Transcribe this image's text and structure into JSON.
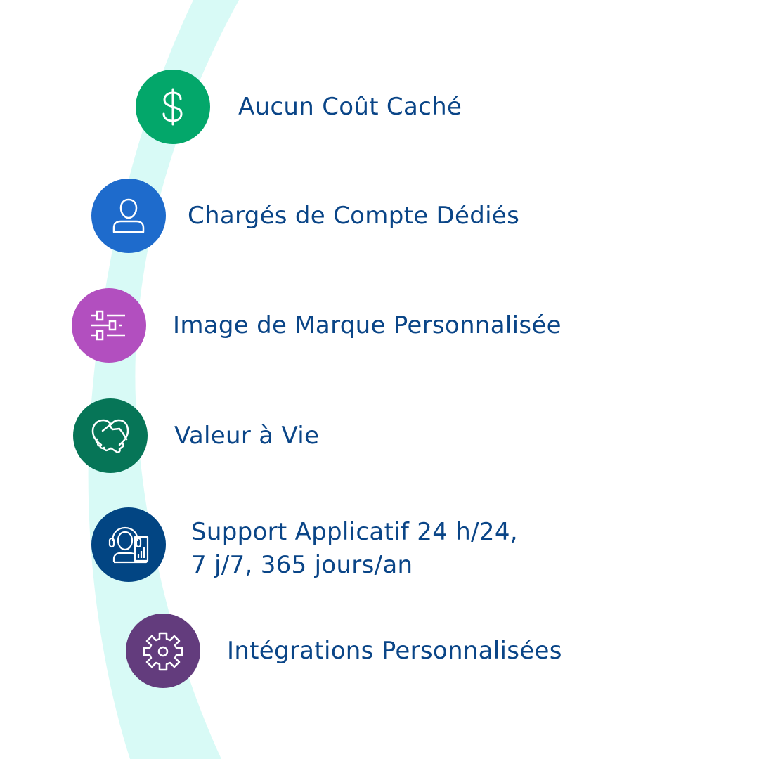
{
  "colors": {
    "background": "#ffffff",
    "arc": "#d8faf6",
    "text": "#0a4587"
  },
  "features": [
    {
      "label": "Aucun Coût Caché",
      "icon": "dollar-icon",
      "color": "#03a76a"
    },
    {
      "label": "Chargés de Compte Dédiés",
      "icon": "user-icon",
      "color": "#1e6bcc"
    },
    {
      "label": "Image de Marque Personnalisée",
      "icon": "sliders-icon",
      "color": "#b24fbf"
    },
    {
      "label": "Valeur à Vie",
      "icon": "handshake-heart-icon",
      "color": "#067557"
    },
    {
      "label": "Support Applicatif 24 h/24,\n7 j/7, 365 jours/an",
      "icon": "headset-support-icon",
      "color": "#024583"
    },
    {
      "label": "Intégrations Personnalisées",
      "icon": "gear-icon",
      "color": "#633c7d"
    }
  ]
}
